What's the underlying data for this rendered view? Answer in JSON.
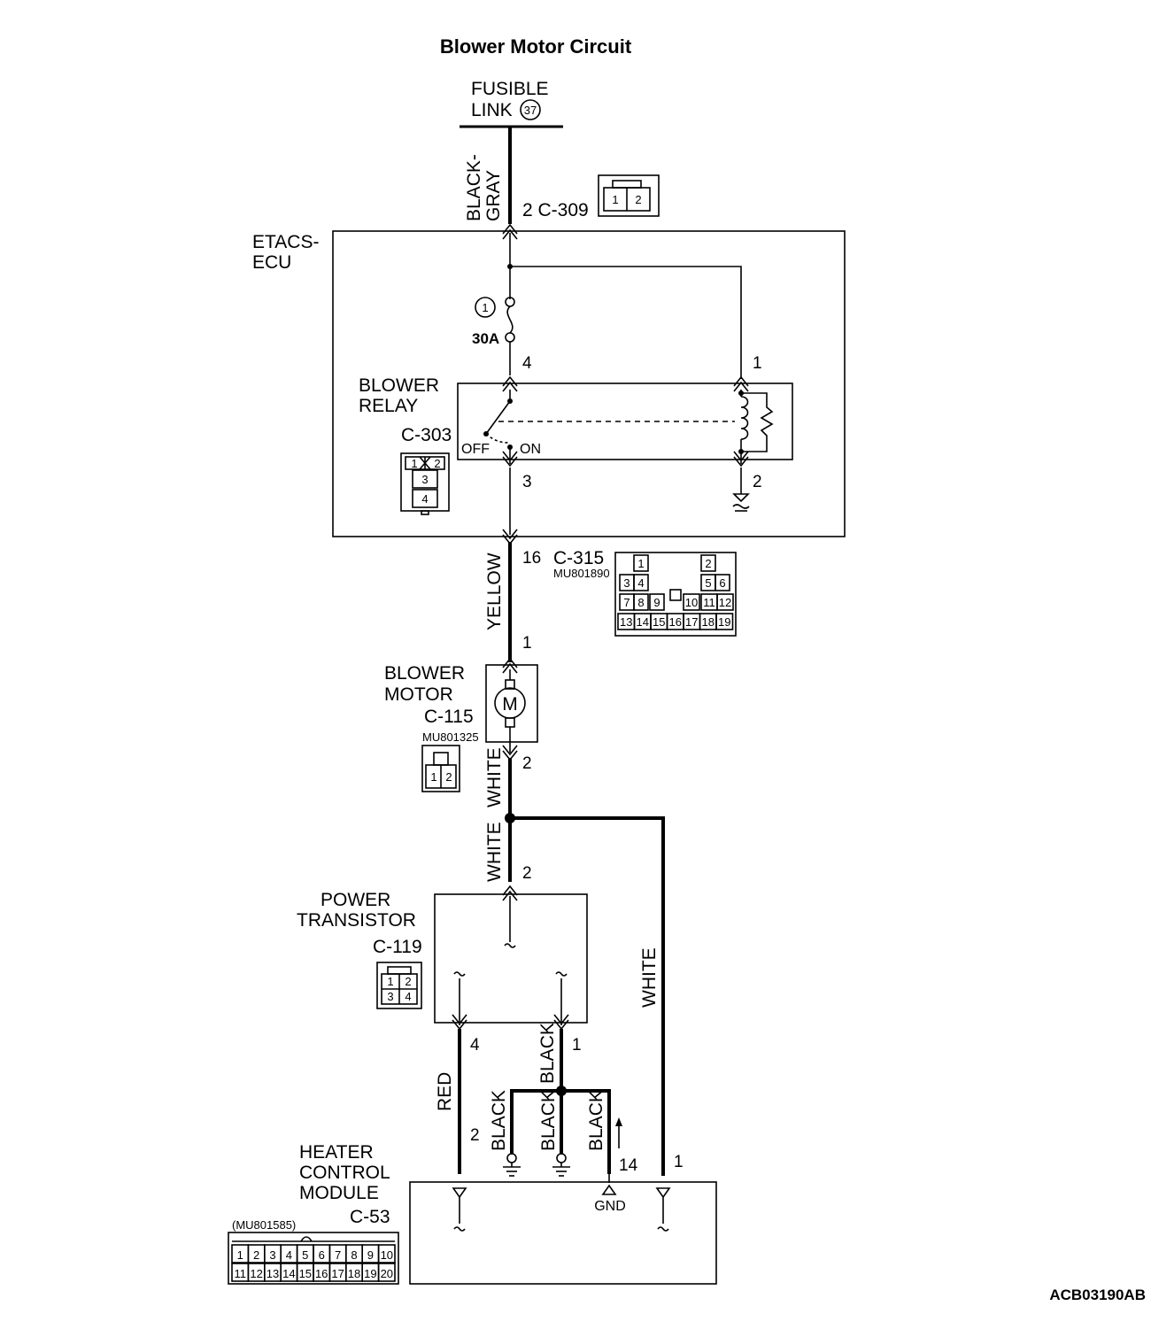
{
  "title": "Blower Motor Circuit",
  "diagram_id": "ACB03190AB",
  "fusible_link": {
    "line1": "FUSIBLE",
    "line2": "LINK",
    "number": "37"
  },
  "etacs": {
    "line1": "ETACS-",
    "line2": "ECU",
    "fuse_number": "1",
    "fuse_rating": "30A"
  },
  "blower_relay": {
    "line1": "BLOWER",
    "line2": "RELAY",
    "connector": "C-303",
    "off_label": "OFF",
    "on_label": "ON"
  },
  "connectors": {
    "c309": {
      "label": "2 C-309",
      "pins": [
        "1",
        "2"
      ]
    },
    "c303": {
      "pins": [
        "1",
        "2",
        "3",
        "4"
      ]
    },
    "c315": {
      "pin": "16",
      "label": "C-315",
      "part": "MU801890",
      "pins": [
        "1",
        "2",
        "3",
        "4",
        "5",
        "6",
        "7",
        "8",
        "9",
        "10",
        "11",
        "12",
        "13",
        "14",
        "15",
        "16",
        "17",
        "18",
        "19"
      ]
    },
    "c115": {
      "part": "MU801325",
      "pins": [
        "1",
        "2"
      ]
    },
    "c119": {
      "pins": [
        "1",
        "2",
        "3",
        "4"
      ]
    },
    "c53": {
      "part": "(MU801585)",
      "pins": [
        "1",
        "2",
        "3",
        "4",
        "5",
        "6",
        "7",
        "8",
        "9",
        "10",
        "11",
        "12",
        "13",
        "14",
        "15",
        "16",
        "17",
        "18",
        "19",
        "20"
      ]
    }
  },
  "blower_motor": {
    "line1": "BLOWER",
    "line2": "MOTOR",
    "connector": "C-115",
    "symbol": "M"
  },
  "power_transistor": {
    "line1": "POWER",
    "line2": "TRANSISTOR",
    "connector": "C-119"
  },
  "heater_module": {
    "line1": "HEATER",
    "line2": "CONTROL",
    "line3": "MODULE",
    "connector": "C-53",
    "gnd_label": "GND"
  },
  "wires": {
    "black_gray_1": "BLACK-",
    "black_gray_2": "GRAY",
    "yellow": "YELLOW",
    "white_1": "WHITE",
    "white_2": "WHITE",
    "white_3": "WHITE",
    "red": "RED",
    "black_1": "BLACK",
    "black_2": "BLACK",
    "black_3": "BLACK",
    "black_4": "BLACK"
  },
  "pins": {
    "etacs_fuse_out": "4",
    "etacs_coil_in": "1",
    "relay_out": "3",
    "relay_coil_out": "2",
    "motor_in": "1",
    "motor_out": "2",
    "pt_in": "2",
    "pt_4": "4",
    "pt_1": "1",
    "hcm_red": "2",
    "hcm_gnd": "14",
    "hcm_white": "1"
  }
}
